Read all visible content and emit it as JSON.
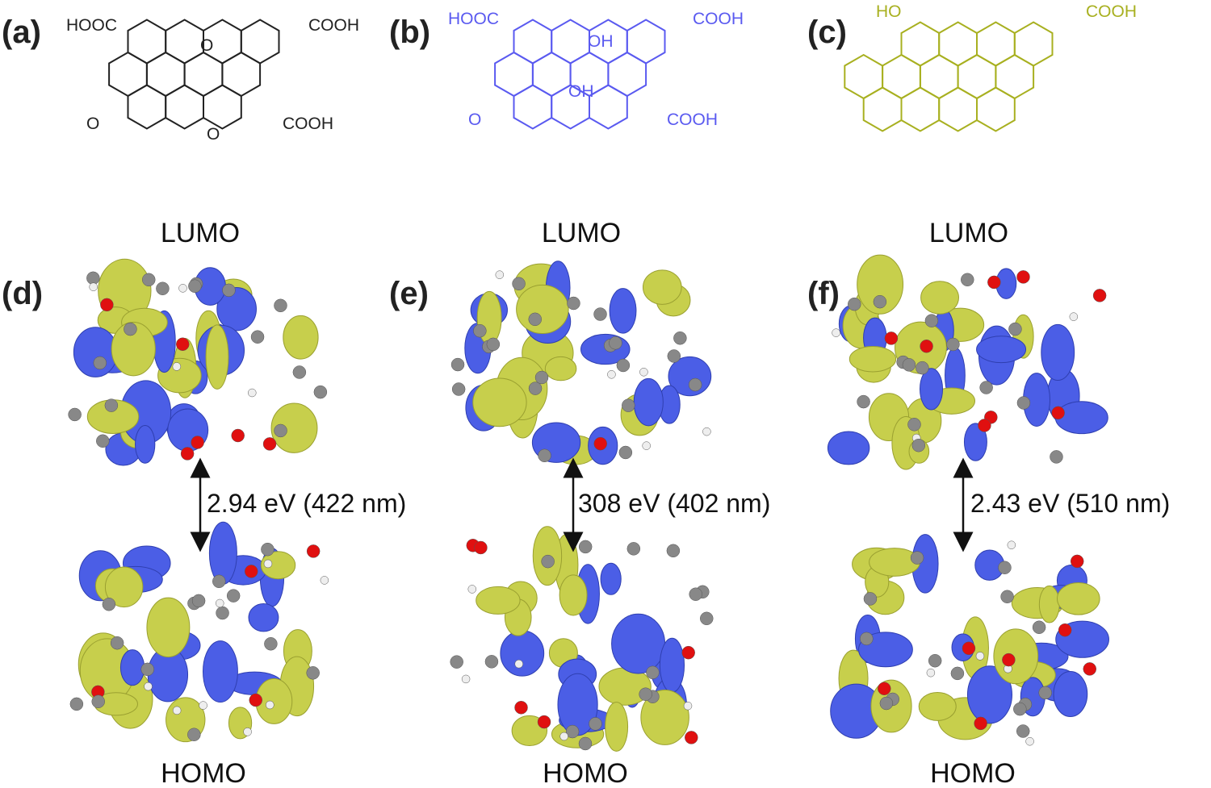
{
  "panels": {
    "a": {
      "label": "(a)",
      "groups": [
        "HOOC",
        "COOH",
        "O",
        "O",
        "O",
        "COOH"
      ],
      "color": "#222222"
    },
    "b": {
      "label": "(b)",
      "groups": [
        "HOOC",
        "OH",
        "COOH",
        "OH",
        "O",
        "COOH"
      ],
      "color": "#5a5af0"
    },
    "c": {
      "label": "(c)",
      "groups": [
        "HO",
        "COOH"
      ],
      "color": "#a8b020"
    },
    "d": {
      "label": "(d)"
    },
    "e": {
      "label": "(e)"
    },
    "f": {
      "label": "(f)"
    }
  },
  "orbitals": {
    "lumo": "LUMO",
    "homo": "HOMO"
  },
  "gaps": {
    "d": "2.94 eV (422 nm)",
    "e": "308 eV (402 nm)",
    "f": "2.43 eV (510 nm)"
  },
  "colors": {
    "positive_lobe": "#c7cf4c",
    "negative_lobe": "#4b5ee6",
    "carbon": "#888888",
    "oxygen": "#e01010",
    "hydrogen": "#eeeeee"
  }
}
